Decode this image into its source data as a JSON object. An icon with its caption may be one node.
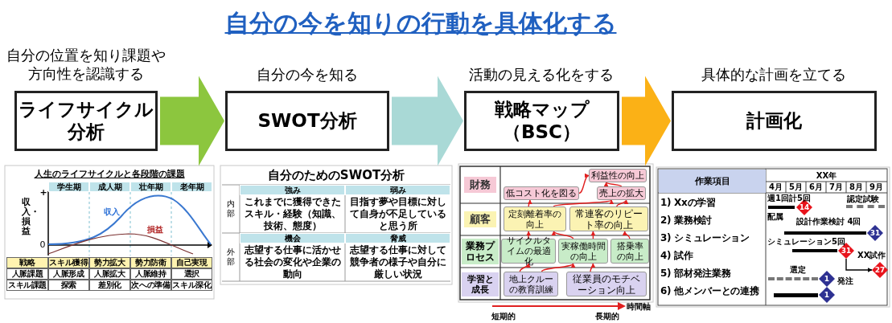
{
  "diagram": {
    "title": "自分の今を知りの行動を具体化する",
    "nodes": [
      {
        "text": [
          "ライフサイクル分析"
        ],
        "beside": [
          "自分の位置を知り課題や方向性を認識する"
        ]
      },
      {
        "text": [
          "SWOT分析"
        ],
        "beside": [
          "自分の今を知る"
        ]
      },
      {
        "text": [
          "戦略マップ（BSC）"
        ],
        "beside": [
          "活動の見える化をする"
        ]
      },
      {
        "text": [
          "計画化"
        ],
        "beside": [
          "具体的な計画を立てる"
        ]
      },
      {
        "text": [
          "利益性の向上"
        ]
      },
      {
        "text": [
          "低コスト化を図る"
        ]
      },
      {
        "text": [
          "売上の拡大"
        ]
      },
      {
        "text": [
          "定刻離着率の向上"
        ]
      },
      {
        "text": [
          "常連客のリピート率の向上"
        ]
      },
      {
        "text": [
          "サイクルタイムの最適化"
        ]
      },
      {
        "text": [
          "実稼働時間の向上"
        ]
      },
      {
        "text": [
          "搭乗率の向上"
        ]
      },
      {
        "text": [
          "地上クルーの教育訓練"
        ]
      },
      {
        "text": [
          "従業員のモチベーション向上"
        ]
      },
      {
        "text": [
          "14"
        ]
      },
      {
        "text": [
          "31"
        ]
      },
      {
        "text": [
          "31"
        ]
      },
      {
        "text": [
          "27"
        ]
      },
      {
        "text": [
          "1"
        ]
      },
      {
        "text": [
          "1"
        ]
      },
      {
        "text": [],
        "shape": "bar",
        "beside": [
          "週1回計5回"
        ]
      },
      {
        "text": [],
        "shape": "bar",
        "beside": [
          "認定試験"
        ]
      },
      {
        "text": [],
        "shape": "bar",
        "beside": [
          "設計作業検討 4回"
        ]
      },
      {
        "text": [],
        "shape": "bar",
        "beside": [
          "シミュレーション5回"
        ]
      },
      {
        "text": [],
        "shape": "bar",
        "beside": [
          "選定"
        ]
      },
      {
        "text": [],
        "shape": "bar"
      }
    ],
    "edges": [
      {
        "from": 0,
        "to": 1,
        "arrow": "to",
        "color": "#8cc63e"
      },
      {
        "from": 1,
        "to": 2,
        "arrow": "to",
        "color": "#a9d9d6"
      },
      {
        "from": 2,
        "to": 3,
        "arrow": "to",
        "color": "#fbb116"
      },
      {
        "from": 5,
        "to": 4,
        "arrow": "to"
      },
      {
        "from": 6,
        "to": 4,
        "arrow": "to"
      },
      {
        "from": 7,
        "to": 5,
        "arrow": "to"
      },
      {
        "from": 7,
        "to": 6,
        "arrow": "to"
      },
      {
        "from": 8,
        "to": 6,
        "arrow": "to"
      },
      {
        "from": 9,
        "to": 7,
        "arrow": "to"
      },
      {
        "from": 10,
        "to": 7,
        "arrow": "to"
      },
      {
        "from": 10,
        "to": 8,
        "arrow": "to"
      },
      {
        "from": 11,
        "to": 8,
        "arrow": "to"
      },
      {
        "from": 12,
        "to": 9,
        "arrow": "to"
      },
      {
        "from": 12,
        "to": 10,
        "arrow": "to"
      },
      {
        "from": 13,
        "to": 10,
        "arrow": "to"
      },
      {
        "from": 16,
        "to": 17,
        "arrow": "to",
        "color": "#000000"
      }
    ],
    "labels": [
      "人生のライフサイクルと各段階の課題",
      "学生期",
      "成人期",
      "壮年期",
      "老年期",
      "収入・損益",
      "+",
      "0",
      "収入",
      "損益",
      "戦略",
      "スキル獲得",
      "勢力拡大",
      "勢力防衛",
      "自己実現",
      "人脈課題",
      "人脈形成",
      "人脈拡大",
      "人脈維持",
      "選択",
      "スキル課題",
      "探索",
      "差別化",
      "次への準備",
      "スキル深化",
      "自分のためのSWOT分析",
      "強み",
      "弱み",
      "内部",
      "これまでに獲得できたスキル・経験（知識、技術、態度）",
      "目指す夢や目標に対して自身が不足していると思う所",
      "機会",
      "脅威",
      "外部",
      "志望する仕事に活かせる社会の変化や企業の動向",
      "志望する仕事に対して競争者の様子や自分に厳しい状況",
      "財務",
      "顧客",
      "業務プロセス",
      "学習と成長",
      "短期的",
      "長期的",
      "時間軸",
      "作業項目",
      "XX年",
      "4月",
      "5月",
      "6月",
      "7月",
      "8月",
      "9月",
      "1) Xxの学習",
      "2) 業務検討",
      "3) シミュレーション",
      "4) 試作",
      "5) 部材発注業務",
      "6) 他メンバーとの連携",
      "配属",
      "XX試作",
      "発注"
    ]
  }
}
